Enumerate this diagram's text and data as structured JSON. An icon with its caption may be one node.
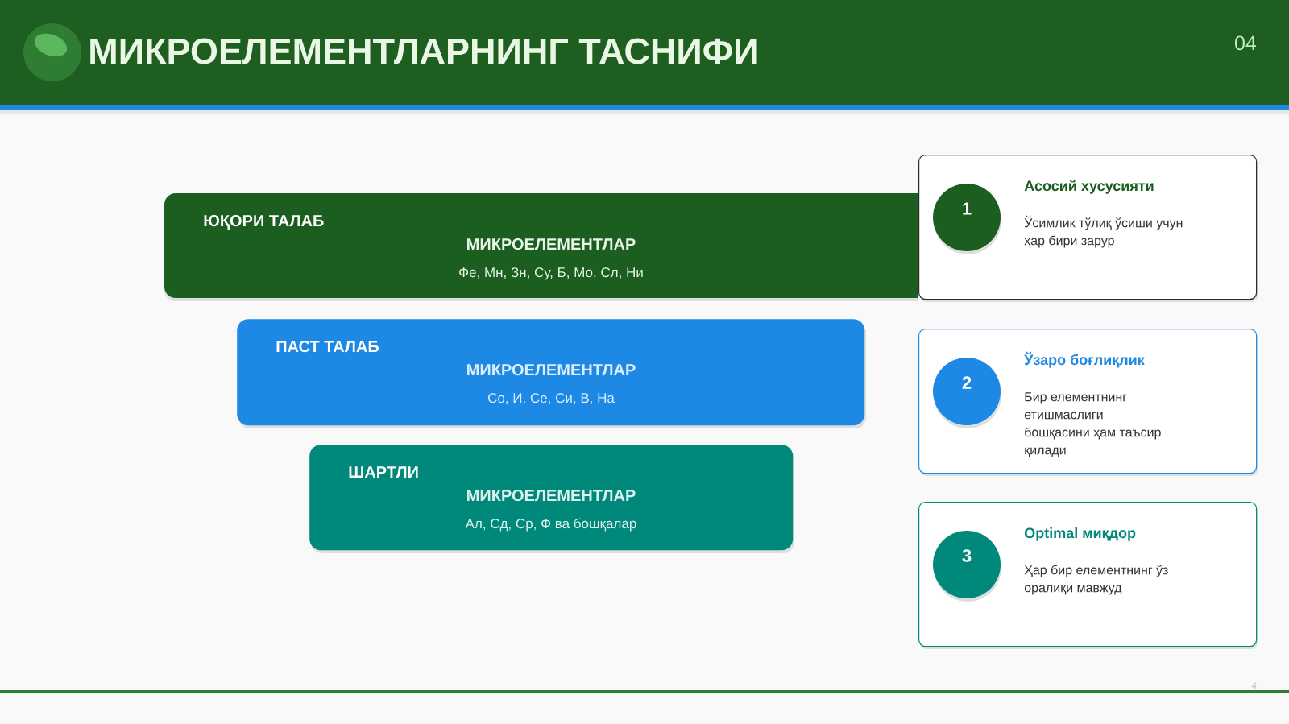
{
  "diagram": {
    "title": "МИКРОЕЛЕМЕНТЛАРНИНГ ТАСНИФИ",
    "nodes": [
      {
        "text": [
          "ЮҚОРИ ТАЛАБ",
          "МИКРОЕЛЕМЕНТЛАР",
          "Фе, Мн, Зн, Су, Б, Мо, Сл, Ни"
        ]
      },
      {
        "text": [
          "ПАСТ ТАЛАБ",
          "МИКРОЕЛЕМЕНТЛАР",
          "Со, И. Се, Си, В, На"
        ]
      },
      {
        "text": [
          "ШАРТЛИ",
          "МИКРОЕЛЕМЕНТЛАР",
          "Ал, Сд, Ср, Ф ва бошқалар"
        ]
      },
      {
        "text": [
          "Асосий хусусияти",
          "Ўсимлик тўлиқ ўсиши учун ҳар бири зарур"
        ]
      },
      {
        "text": [
          "1"
        ],
        "in": 3
      },
      {
        "text": [
          "Ўзаро боғлиқлик",
          "Бир елементнинг етишмаслиги бошқасини ҳам таъсир қилади"
        ]
      },
      {
        "text": [
          "2"
        ],
        "in": 5
      },
      {
        "text": [
          "Optimal миқдор",
          "Ҳар бир елементнинг ўз оралиқи мавжуд"
        ]
      },
      {
        "text": [
          "3"
        ],
        "in": 7
      }
    ],
    "labels": [
      "04",
      "4"
    ]
  }
}
